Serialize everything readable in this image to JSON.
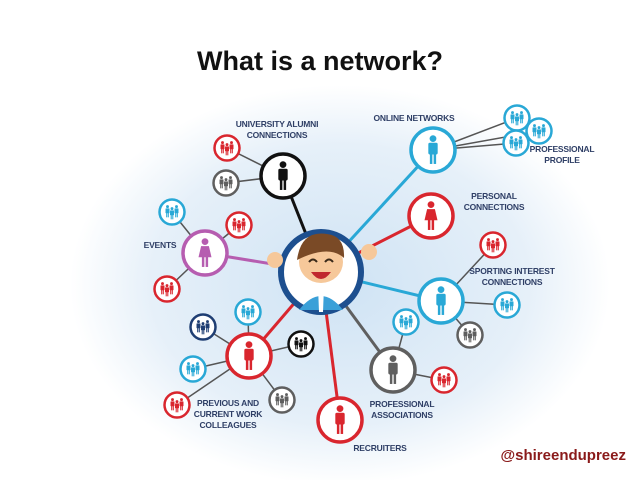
{
  "slide": {
    "title": "What is a network?",
    "handle": "@shireendupreez"
  },
  "center": {
    "name": "you-character"
  },
  "labels": {
    "university": [
      "UNIVERSITY ALUMNI",
      "CONNECTIONS"
    ],
    "online": [
      "ONLINE NETWORKS"
    ],
    "professional_profile": [
      "PROFESSIONAL",
      "PROFILE"
    ],
    "personal": [
      "PERSONAL",
      "CONNECTIONS"
    ],
    "events": [
      "EVENTS"
    ],
    "sporting": [
      "SPORTING INTEREST",
      "CONNECTIONS"
    ],
    "work": [
      "PREVIOUS AND",
      "CURRENT WORK",
      "COLLEAGUES"
    ],
    "associations": [
      "PROFESSIONAL",
      "ASSOCIATIONS"
    ],
    "recruiters": [
      "RECRUITERS"
    ]
  },
  "colors": {
    "red": "#d9262e",
    "blue": "#29a8d6",
    "black": "#111111",
    "gray": "#5f5f5f",
    "purple": "#b65db0",
    "navy": "#1f3e73",
    "center": "#1d4f8f",
    "link": "#555555"
  }
}
